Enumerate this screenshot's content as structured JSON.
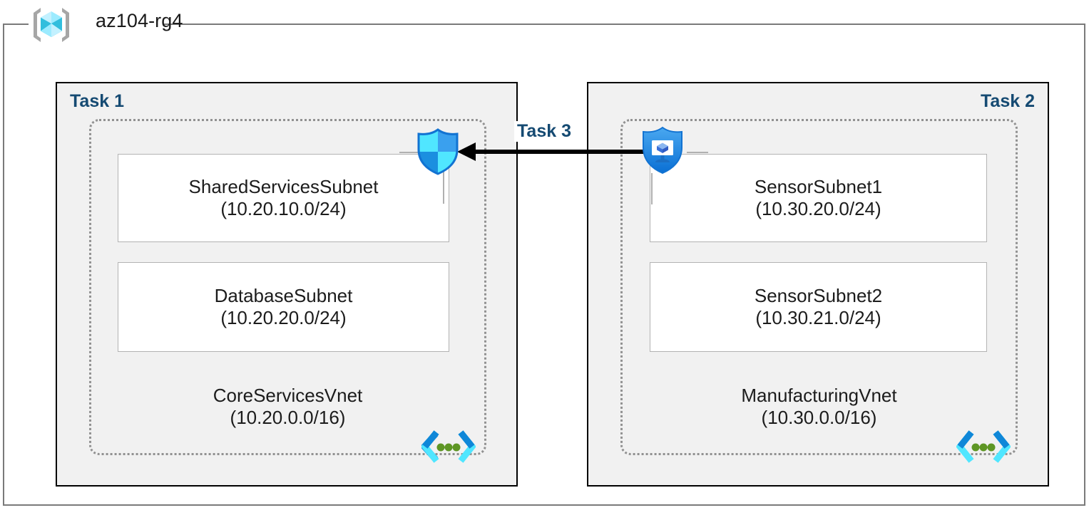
{
  "resource_group": {
    "name": "az104-rg4",
    "icon": "azure-resource-group-icon"
  },
  "tasks": [
    {
      "id": "task1",
      "label": "Task 1"
    },
    {
      "id": "task2",
      "label": "Task 2"
    },
    {
      "id": "task3",
      "label": "Task 3"
    }
  ],
  "vnets": [
    {
      "id": "vnet1",
      "name": "CoreServicesVnet",
      "cidr": "(10.20.0.0/16)",
      "icon": "virtual-network-icon",
      "subnets": [
        {
          "name": "SharedServicesSubnet",
          "cidr": "(10.20.10.0/24)"
        },
        {
          "name": "DatabaseSubnet",
          "cidr": "(10.20.20.0/24)"
        }
      ]
    },
    {
      "id": "vnet2",
      "name": "ManufacturingVnet",
      "cidr": "(10.30.0.0/16)",
      "icon": "virtual-network-icon",
      "subnets": [
        {
          "name": "SensorSubnet1",
          "cidr": "(10.30.20.0/24)"
        },
        {
          "name": "SensorSubnet2",
          "cidr": "(10.30.21.0/24)"
        }
      ]
    }
  ],
  "connection": {
    "label": "Task 3",
    "direction": "right-to-left",
    "source_icon": "vnet-peering-icon",
    "target_icon": "azure-firewall-icon"
  },
  "colors": {
    "task_label": "#154a72",
    "task_box_fill": "#f1f1f1",
    "task_box_border": "#000000",
    "vnet_border": "#919191",
    "subnet_border": "#b3b3b3",
    "frame_border": "#7a7a7a",
    "arrow": "#000000",
    "azure_blue": "#0078d4",
    "azure_cyan": "#50e6ff",
    "vnet_dot_green": "#5e9624"
  }
}
